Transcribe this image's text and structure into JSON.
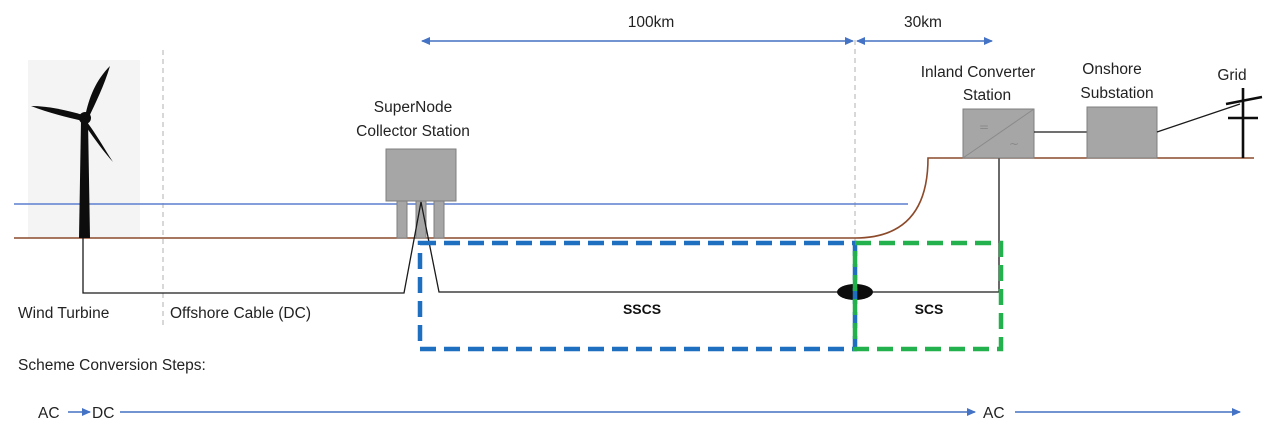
{
  "distances": {
    "offshore": "100km",
    "onshore": "30km"
  },
  "nodes": {
    "wind_turbine": "Wind Turbine",
    "offshore_cable": "Offshore Cable (DC)",
    "supernode_line1": "SuperNode",
    "supernode_line2": "Collector Station",
    "inland_line1": "Inland Converter",
    "inland_line2": "Station",
    "onshore_line1": "Onshore",
    "onshore_line2": "Substation",
    "grid": "Grid"
  },
  "regions": {
    "sscs": "SSCS",
    "scs": "SCS"
  },
  "conversion": {
    "title": "Scheme Conversion Steps:",
    "step1": "AC",
    "step2": "DC",
    "step3": "AC"
  },
  "colors": {
    "sea_line": "#5b7fd0",
    "seabed_line": "#8c4a2a",
    "arrow": "#4472c4",
    "sscs_box": "#1f6fc0",
    "scs_box": "#22b14c",
    "equipment": "#a6a6a6"
  }
}
